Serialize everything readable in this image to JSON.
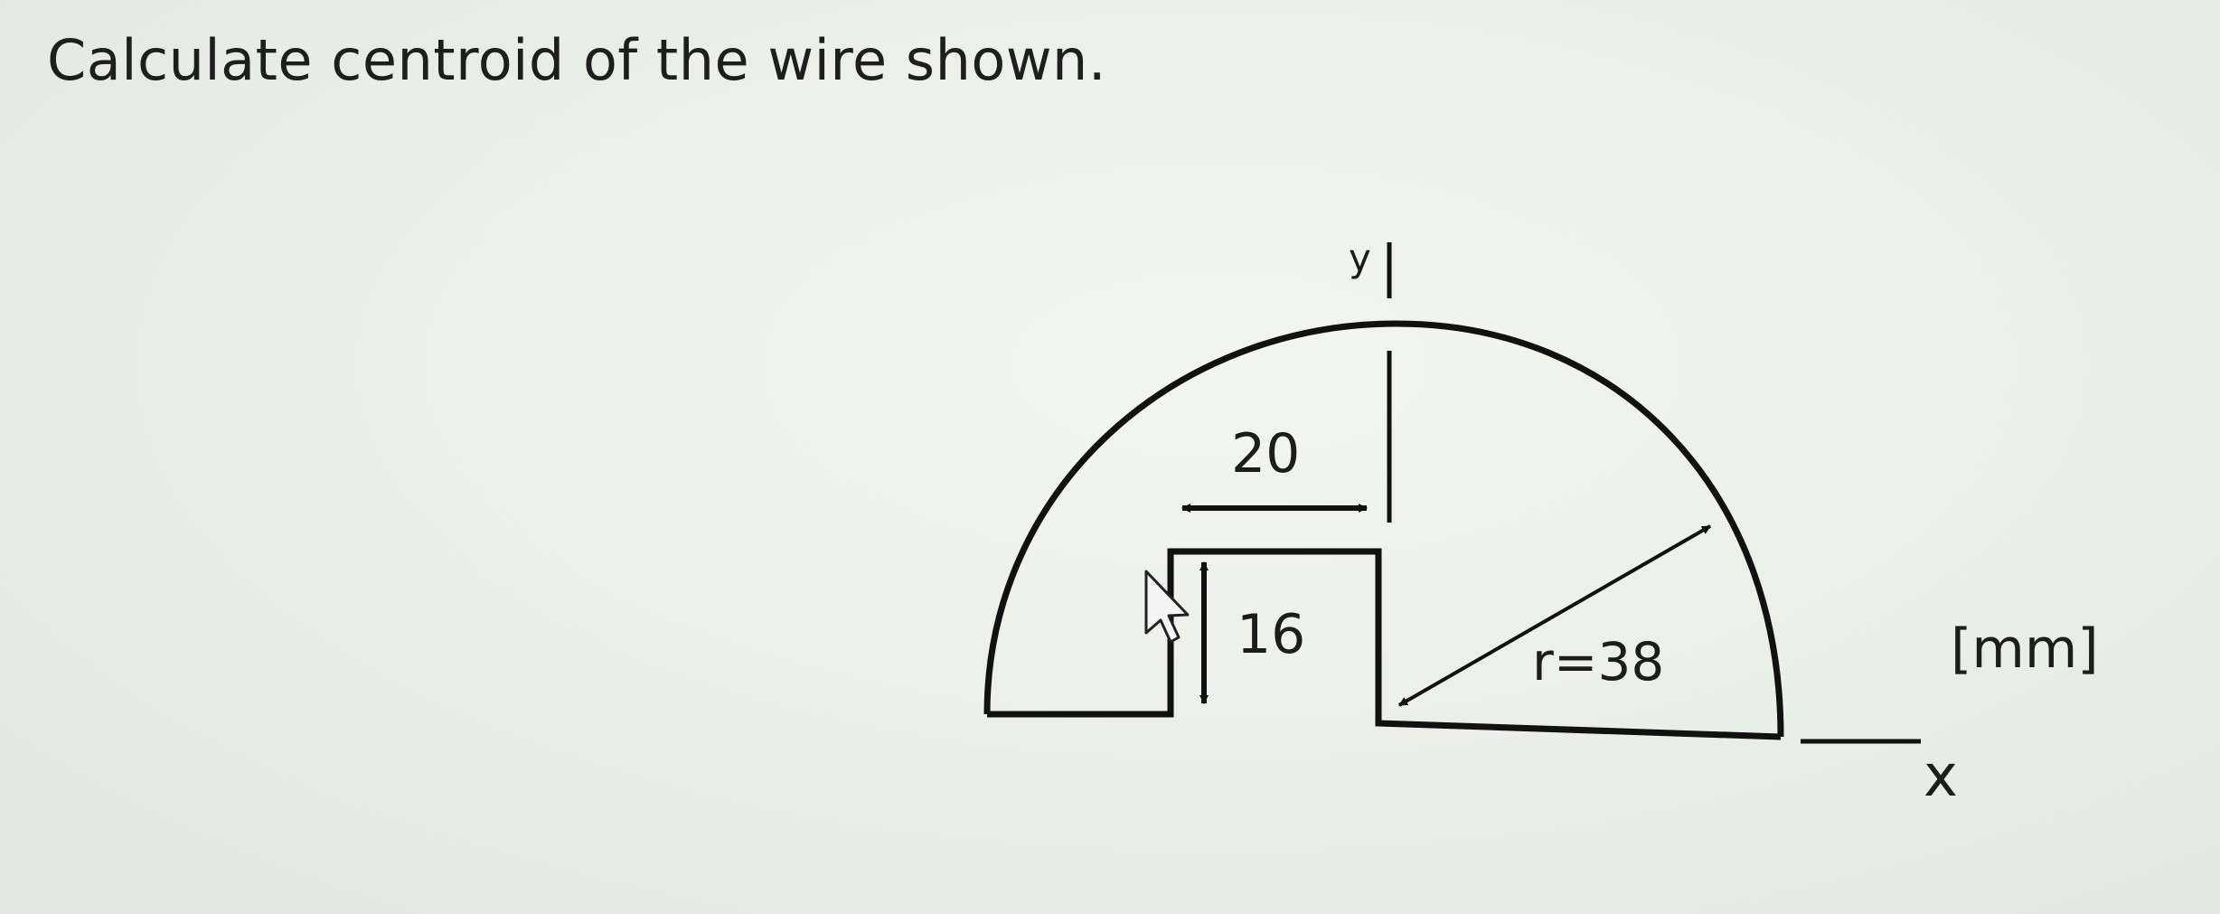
{
  "question": "Calculate centroid of the wire shown.",
  "diagram": {
    "axis_y_label": "y",
    "axis_x_label": "x",
    "width_label": "20",
    "height_label": "16",
    "radius_label": "r=38",
    "units_label": "[mm]"
  }
}
